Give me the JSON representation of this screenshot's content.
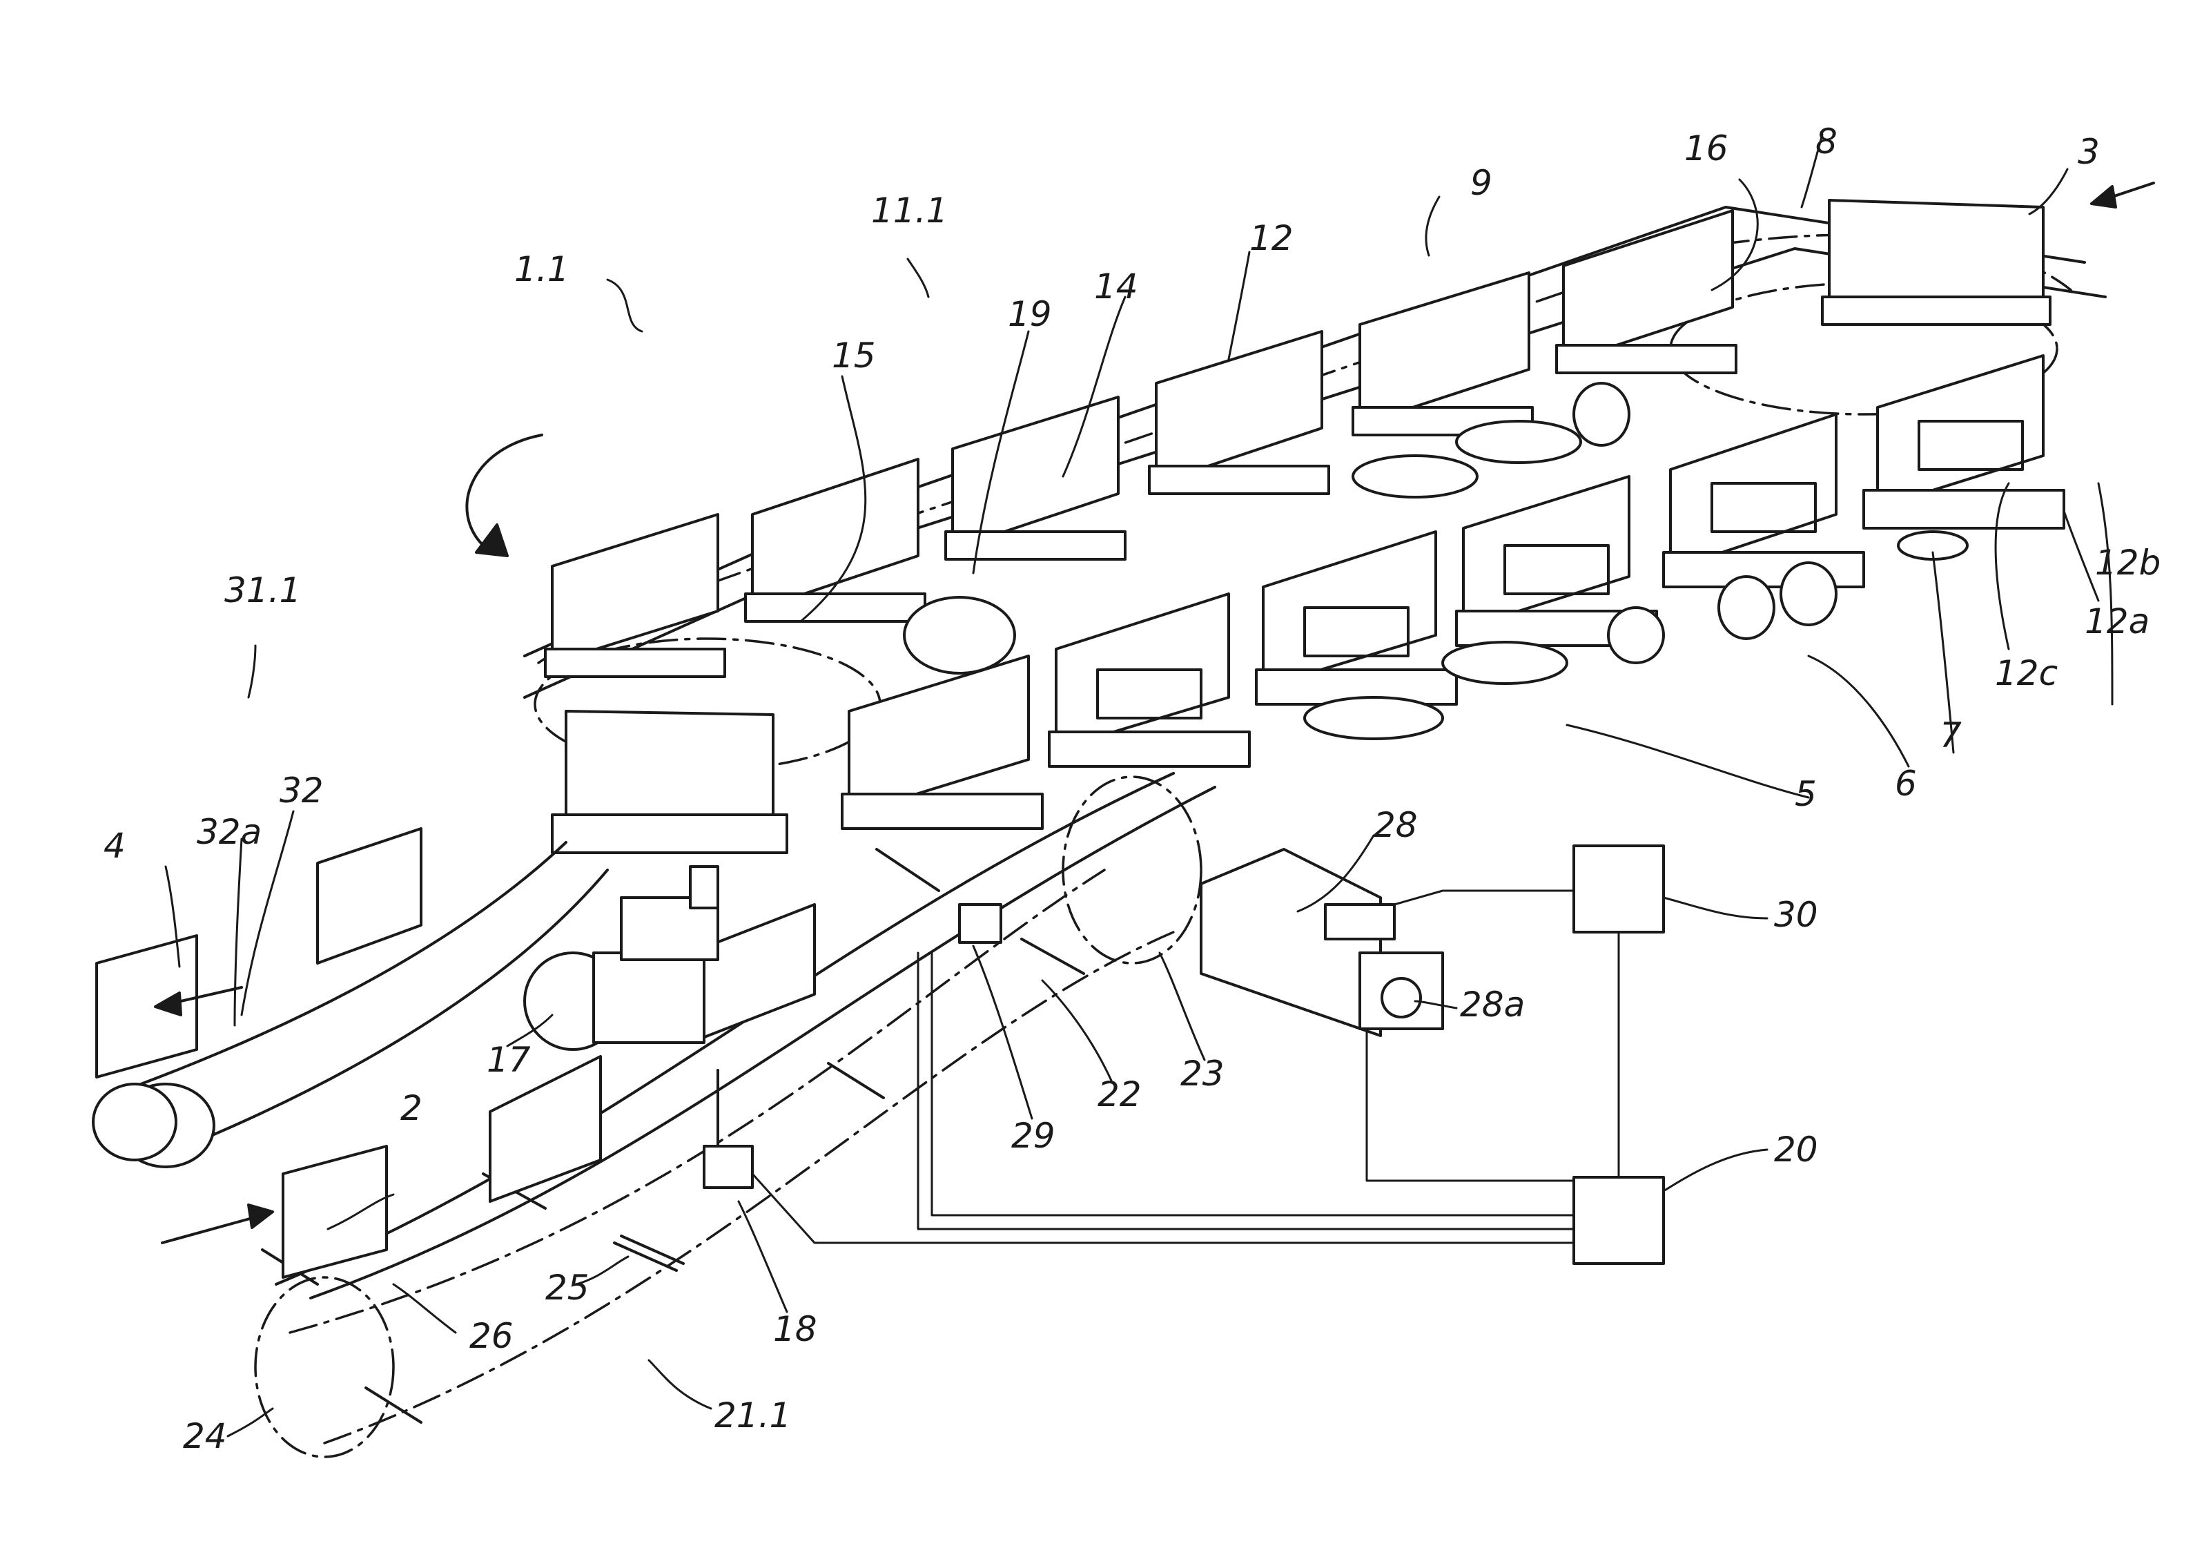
{
  "figure": {
    "reference_labels": {
      "ref_1_1": "1.1",
      "ref_11_1": "11.1",
      "ref_9": "9",
      "ref_16": "16",
      "ref_8": "8",
      "ref_3": "3",
      "ref_12": "12",
      "ref_14": "14",
      "ref_19": "19",
      "ref_15": "15",
      "ref_31_1": "31.1",
      "ref_32": "32",
      "ref_32a": "32a",
      "ref_4": "4",
      "ref_12a": "12a",
      "ref_12b": "12b",
      "ref_12c": "12c",
      "ref_7": "7",
      "ref_6": "6",
      "ref_5": "5",
      "ref_28": "28",
      "ref_30": "30",
      "ref_28a": "28a",
      "ref_17": "17",
      "ref_23": "23",
      "ref_22": "22",
      "ref_29": "29",
      "ref_2": "2",
      "ref_20": "20",
      "ref_26": "26",
      "ref_25": "25",
      "ref_18": "18",
      "ref_24": "24",
      "ref_21_1": "21.1"
    }
  }
}
